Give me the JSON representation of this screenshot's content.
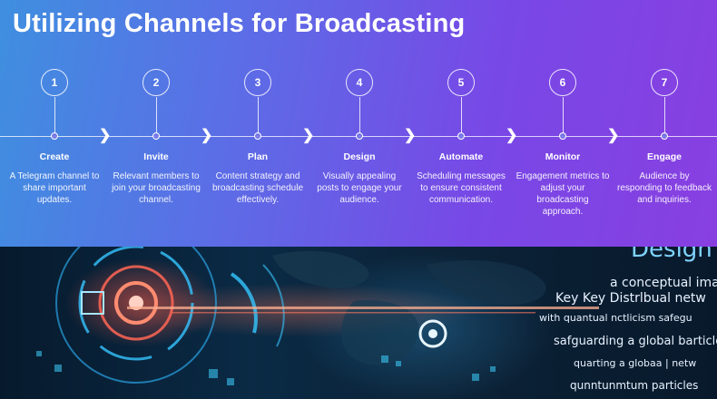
{
  "title": "Utilizing Channels for Broadcasting",
  "steps": [
    {
      "number": "1",
      "label": "Create",
      "description": "A Telegram channel to share important updates."
    },
    {
      "number": "2",
      "label": "Invite",
      "description": "Relevant members to join your broadcasting channel."
    },
    {
      "number": "3",
      "label": "Plan",
      "description": "Content strategy and broadcasting schedule effectively."
    },
    {
      "number": "4",
      "label": "Design",
      "description": "Visually appealing posts to engage your audience."
    },
    {
      "number": "5",
      "label": "Automate",
      "description": "Scheduling messages to ensure consistent communication."
    },
    {
      "number": "6",
      "label": "Monitor",
      "description": "Engagement metrics to adjust your broadcasting approach."
    },
    {
      "number": "7",
      "label": "Engage",
      "description": "Audience by responding to feedback and inquiries."
    }
  ],
  "banner": {
    "lines": [
      "Design",
      "a conceptual imag",
      "Key Key Distrlbual netw",
      "with quantual nctlicism  safegu",
      "safguarding a global barticle",
      "quarting a globaa | netw",
      "qunntunmtum particles"
    ]
  }
}
